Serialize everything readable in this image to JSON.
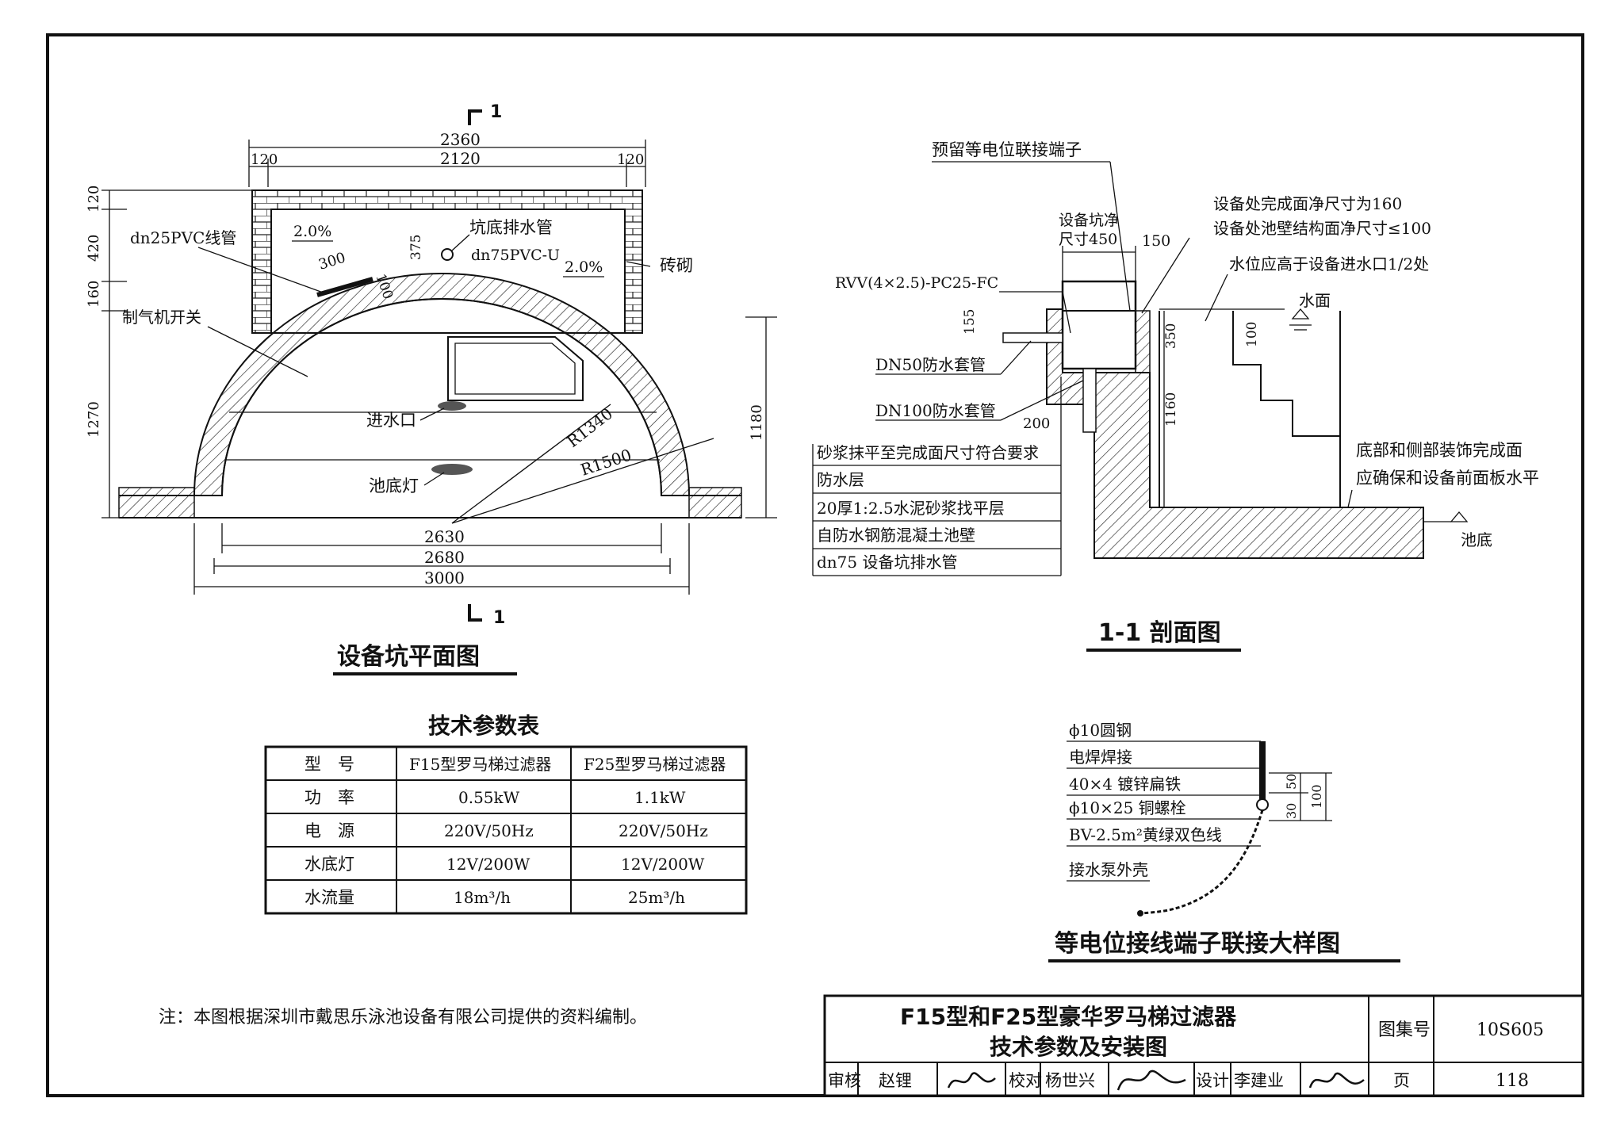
{
  "plan": {
    "title": "设备坑平面图",
    "section_mark": "1",
    "dims_top": {
      "overall": "2360",
      "left_wall": "120",
      "inner": "2120",
      "right_wall": "120"
    },
    "dims_left": {
      "d120": "120",
      "d420": "420",
      "d160": "160",
      "d1270": "1270"
    },
    "dim_right": "1180",
    "dims_bottom": {
      "d2630": "2630",
      "d2680": "2680",
      "d3000": "3000"
    },
    "slope_left": "2.0%",
    "slope_right": "2.0%",
    "dim_300": "300",
    "dim_100": "100",
    "dim_375": "375",
    "radius_inner": "R1340",
    "radius_outer": "R1500",
    "labels": {
      "conduit": "dn25PVC线管",
      "drain": "坑底排水管",
      "drain_spec": "dn75PVC-U",
      "brick": "砖砌",
      "switch": "制气机开关",
      "inlet": "进水口",
      "light": "池底灯"
    }
  },
  "section": {
    "title": "1-1 剖面图",
    "labels": {
      "terminal": "预留等电位联接端子",
      "pit_size_1": "设备坑净",
      "pit_size_2": "尺寸450",
      "dim_150": "150",
      "finish_1": "设备处完成面净尺寸为160",
      "finish_2": "设备处池壁结构面净尺寸≤100",
      "water_level": "水位应高于设备进水口1/2处",
      "water_surface": "水面",
      "cable": "RVV(4×2.5)-PC25-FC",
      "dim_155": "155",
      "dim_350": "350",
      "dim_100": "100",
      "sleeve50": "DN50防水套管",
      "sleeve100": "DN100防水套管",
      "dim_200": "200",
      "dim_1160": "1160",
      "mortar": "砂浆抹平至完成面尺寸符合要求",
      "waterproof": "防水层",
      "screed": "20厚1:2.5水泥砂浆找平层",
      "wall": "自防水钢筋混凝土池壁",
      "drain": "dn75 设备坑排水管",
      "decor_1": "底部和侧部装饰完成面",
      "decor_2": "应确保和设备前面板水平",
      "pool_bottom": "池底"
    }
  },
  "tech_table": {
    "title": "技术参数表",
    "headers": [
      "型　号",
      "F15型罗马梯过滤器",
      "F25型罗马梯过滤器"
    ],
    "rows": [
      [
        "功　率",
        "0.55kW",
        "1.1kW"
      ],
      [
        "电　源",
        "220V/50Hz",
        "220V/50Hz"
      ],
      [
        "水底灯",
        "12V/200W",
        "12V/200W"
      ],
      [
        "水流量",
        "18m³/h",
        "25m³/h"
      ]
    ]
  },
  "detail": {
    "title": "等电位接线端子联接大样图",
    "labels": [
      "ϕ10圆钢",
      "电焊焊接",
      "40×4 镀锌扁铁",
      "ϕ10×25 铜螺栓",
      "BV-2.5m²黄绿双色线",
      "接水泵外壳"
    ],
    "dims": {
      "d30": "30",
      "d50": "50",
      "d100": "100"
    }
  },
  "note": "注：本图根据深圳市戴思乐泳池设备有限公司提供的资料编制。",
  "title_block": {
    "title_line1": "F15型和F25型豪华罗马梯过滤器",
    "title_line2": "技术参数及安装图",
    "atlas_label": "图集号",
    "atlas_no": "10S605",
    "review_label": "审核",
    "reviewer": "赵锂",
    "check_label": "校对",
    "checker": "杨世兴",
    "design_label": "设计",
    "designer": "李建业",
    "page_label": "页",
    "page_no": "118"
  }
}
